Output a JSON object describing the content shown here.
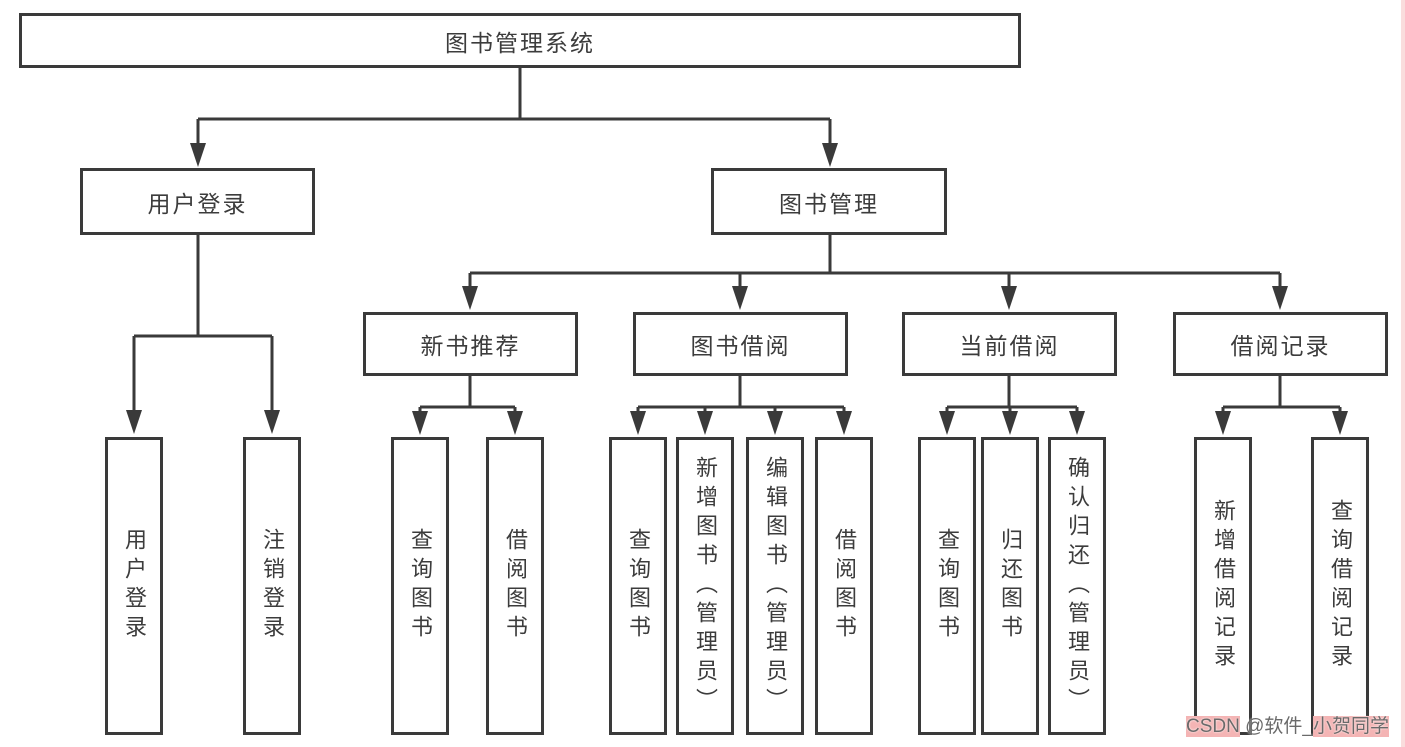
{
  "diagram": {
    "root": {
      "label": "图书管理系统"
    },
    "level2": [
      {
        "label": "用户登录"
      },
      {
        "label": "图书管理"
      }
    ],
    "level3": [
      {
        "label": "新书推荐"
      },
      {
        "label": "图书借阅"
      },
      {
        "label": "当前借阅"
      },
      {
        "label": "借阅记录"
      }
    ],
    "leaves": [
      {
        "label": "用户登录"
      },
      {
        "label": "注销登录"
      },
      {
        "label": "查询图书"
      },
      {
        "label": "借阅图书"
      },
      {
        "label": "查询图书"
      },
      {
        "label": "新增图书（管理员）"
      },
      {
        "label": "编辑图书（管理员）"
      },
      {
        "label": "借阅图书"
      },
      {
        "label": "查询图书"
      },
      {
        "label": "归还图书"
      },
      {
        "label": "确认归还（管理员）"
      },
      {
        "label": "新增借阅记录"
      },
      {
        "label": "查询借阅记录"
      }
    ]
  },
  "watermark": {
    "prefix": "CSDN",
    "middle": " @软件_",
    "suffix": "小贺同学"
  },
  "colors": {
    "line": "#3a3a3a",
    "text": "#3c3c3c",
    "watermark_text": "#6a6a6a",
    "watermark_highlight": "#f4b4b4"
  }
}
